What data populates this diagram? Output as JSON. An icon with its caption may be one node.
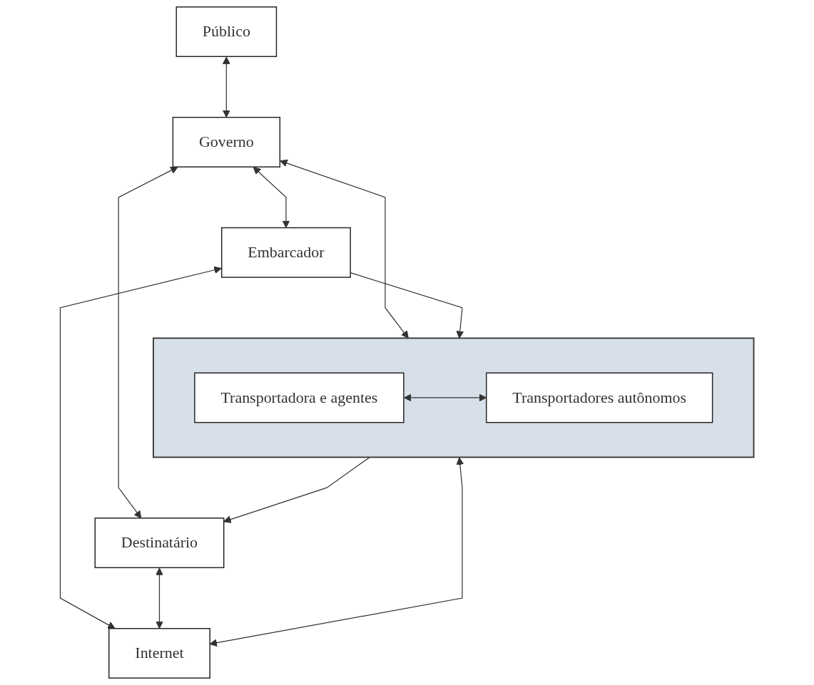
{
  "diagram": {
    "nodes": [
      {
        "text": [
          "Público"
        ]
      },
      {
        "text": [
          "Governo"
        ]
      },
      {
        "text": [],
        "shape": "box"
      },
      {
        "text": [
          "Transportadora e agentes"
        ],
        "in": 2
      },
      {
        "text": [
          "Transportadores autônomos"
        ],
        "in": 2
      },
      {
        "text": [
          "Embarcador"
        ]
      },
      {
        "text": [
          "Destinatário"
        ]
      },
      {
        "text": [
          "Internet"
        ]
      }
    ],
    "edges": [
      {
        "from": 0,
        "to": 1,
        "arrow": "both"
      },
      {
        "from": 1,
        "to": 5,
        "arrow": "both"
      },
      {
        "from": 1,
        "to": 6,
        "arrow": "both"
      },
      {
        "from": 1,
        "to": 2,
        "arrow": "both"
      },
      {
        "from": 3,
        "to": 4,
        "arrow": "both"
      },
      {
        "from": 5,
        "to": 2,
        "arrow": "to"
      },
      {
        "from": 2,
        "to": 6,
        "arrow": "to"
      },
      {
        "from": 5,
        "to": 7,
        "arrow": "both"
      },
      {
        "from": 2,
        "to": 7,
        "arrow": "both"
      },
      {
        "from": 6,
        "to": 7,
        "arrow": "both"
      }
    ]
  }
}
